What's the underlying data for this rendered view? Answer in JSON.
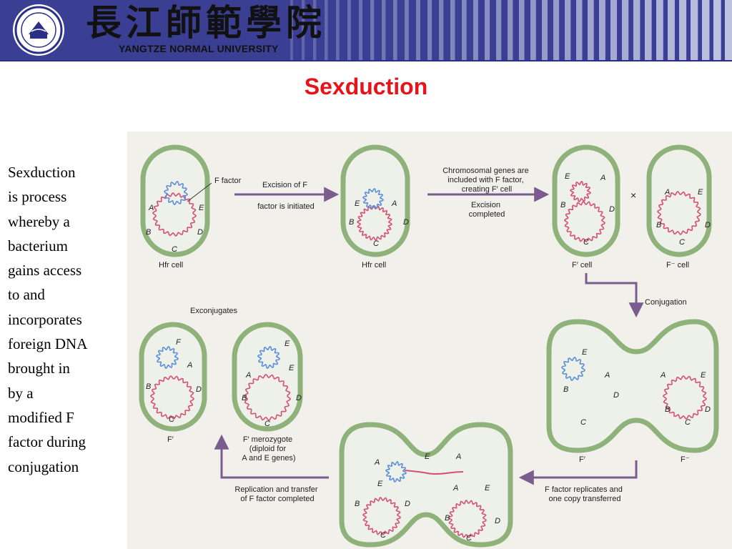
{
  "header": {
    "school_name_cn": "長江師範學院",
    "school_name_en": "YANGTZE NORMAL UNIVERSITY",
    "colors": {
      "band": "#3a3f93",
      "stripe": "#c9cde8"
    }
  },
  "slide": {
    "title": "Sexduction",
    "title_color": "#e8121b",
    "body_lines": [
      "Sexduction",
      "is process",
      "whereby a",
      "bacterium",
      "gains access",
      "to and",
      "incorporates",
      "foreign DNA",
      "brought in",
      "by a",
      "modified F",
      "factor during",
      "conjugation"
    ]
  },
  "diagram": {
    "labels": {
      "f_factor": "F factor",
      "hfr_cell_1": "Hfr cell",
      "hfr_cell_2": "Hfr cell",
      "excision_initiated": [
        "Excision of F",
        "factor is initiated"
      ],
      "chromosomal_genes": [
        "Chromosomal genes are",
        "included with F factor,",
        "creating F′ cell"
      ],
      "excision_completed": [
        "Excision",
        "completed"
      ],
      "f_prime_cell": "F′  cell",
      "f_minus_cell": "F⁻ cell",
      "cross": "×",
      "conjugation": "Conjugation",
      "exconjugates": "Exconjugates",
      "f_prime": "F′",
      "merozygote": [
        "F′  merozygote",
        "(diploid for",
        "A and E genes)"
      ],
      "replication_transfer": [
        "Replication and transfer",
        "of F factor completed"
      ],
      "f_replicates": [
        "F factor replicates and",
        "one copy transferred"
      ],
      "f_prime_bottom": "F′",
      "f_minus_bottom": "F⁻"
    },
    "genes": {
      "a": "A",
      "b": "B",
      "c": "C",
      "d": "D",
      "e": "E",
      "f": "F"
    },
    "colors": {
      "cell_wall": "#8fb27a",
      "cell_fill": "#eef0ea",
      "chromosome": "#d6506f",
      "f_factor": "#5b8fd8",
      "arrow": "#7a5c8e"
    }
  }
}
